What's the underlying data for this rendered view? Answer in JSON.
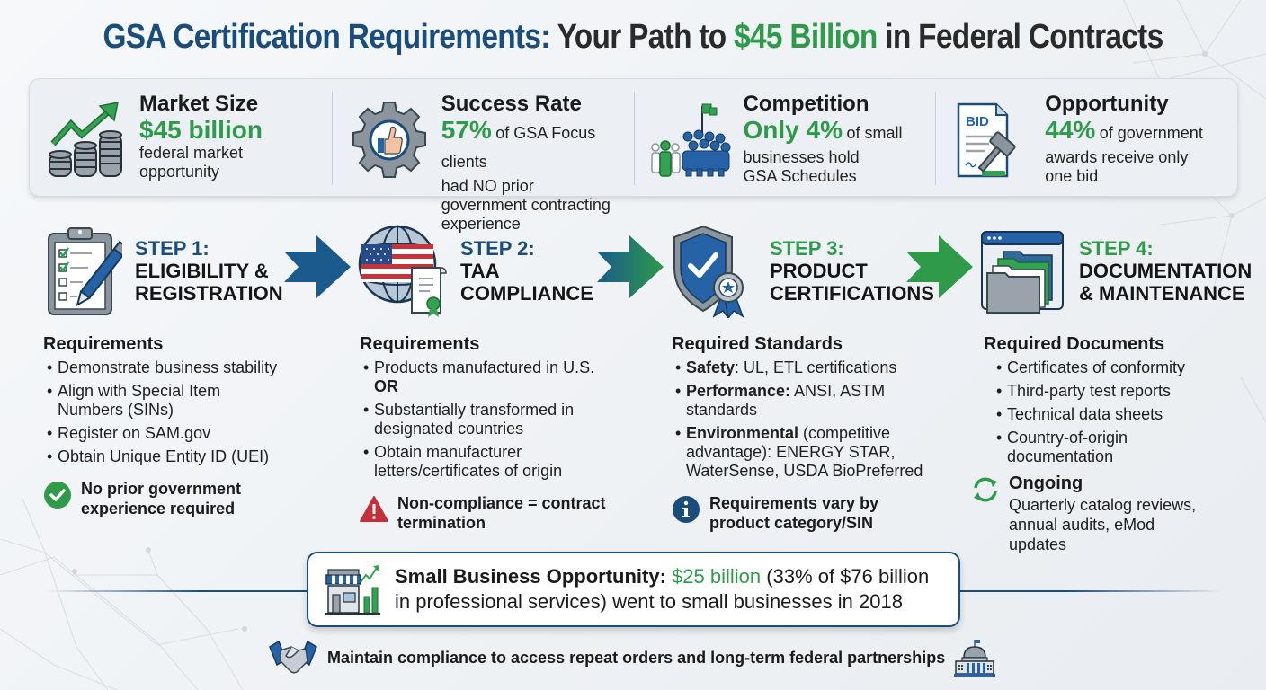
{
  "title": {
    "part1": "GSA Certification Requirements:",
    "part2": "Your Path to",
    "part3": "$45 Billion",
    "part4": "in Federal Contracts"
  },
  "colors": {
    "brand_blue": "#1a4d7c",
    "accent_green": "#2e9a4a",
    "warning_red": "#c62f3a",
    "text_dark": "#1a1a1a"
  },
  "stats": [
    {
      "icon": "coins-growth-icon",
      "label": "Market Size",
      "value": "$45 billion",
      "description": "federal market opportunity"
    },
    {
      "icon": "gear-thumbs-up-icon",
      "label": "Success Rate",
      "value": "57%",
      "description_inline": "of GSA Focus clients",
      "description": "had NO prior government contracting experience"
    },
    {
      "icon": "people-flag-icon",
      "label": "Competition",
      "value": "Only 4%",
      "description_inline": "of small",
      "description": "businesses hold GSA Schedules"
    },
    {
      "icon": "bid-gavel-icon",
      "label": "Opportunity",
      "value": "44%",
      "description_inline": "of government",
      "description": "awards receive only one bid"
    }
  ],
  "steps": [
    {
      "number": "STEP 1:",
      "title_line1": "ELIGIBILITY &",
      "title_line2": "REGISTRATION",
      "icon": "clipboard-checklist-icon",
      "heading": "Requirements",
      "items": [
        "Demonstrate business stability",
        "Align with Special Item Numbers (SINs)",
        "Register on SAM.gov",
        "Obtain Unique Entity ID (UEI)"
      ],
      "note": {
        "icon": "check-circle-icon",
        "text": "No prior government experience required"
      }
    },
    {
      "number": "STEP 2:",
      "title_line1": "TAA",
      "title_line2": "COMPLIANCE",
      "icon": "globe-flag-certificate-icon",
      "heading": "Requirements",
      "items": [
        "Products manufactured in U.S.",
        "Substantially transformed in designated countries",
        "Obtain manufacturer letters/certificates of origin"
      ],
      "or_label": "OR",
      "note": {
        "icon": "warning-triangle-icon",
        "text": "Non-compliance = contract termination"
      }
    },
    {
      "number": "STEP 3:",
      "title_line1": "PRODUCT",
      "title_line2": "CERTIFICATIONS",
      "icon": "shield-badge-icon",
      "heading": "Required Standards",
      "items": [
        {
          "bold": "Safety",
          "rest": ": UL, ETL certifications"
        },
        {
          "bold": "Performance:",
          "rest": " ANSI, ASTM standards"
        },
        {
          "bold": "Environmental",
          "rest": " (competitive advantage): ENERGY STAR, WaterSense, USDA BioPreferred"
        }
      ],
      "note": {
        "icon": "info-circle-icon",
        "text": "Requirements vary by product category/SIN"
      }
    },
    {
      "number": "STEP 4:",
      "title_line1": "DOCUMENTATION",
      "title_line2": "& MAINTENANCE",
      "icon": "window-folders-icon",
      "heading": "Required Documents",
      "items": [
        "Certificates of conformity",
        "Third-party test reports",
        "Technical data sheets",
        "Country-of-origin documentation"
      ],
      "note": {
        "icon": "refresh-cycle-icon",
        "text": "Ongoing",
        "sub": "Quarterly catalog reviews, annual audits, eMod updates"
      }
    }
  ],
  "banner": {
    "icon": "storefront-growth-icon",
    "label": "Small Business Opportunity:",
    "value": "$25 billion",
    "rest_line1": "(33% of $76 billion",
    "line2": "in professional services) went to small businesses in 2018"
  },
  "footer": {
    "left_icon": "handshake-icon",
    "text": "Maintain compliance to access repeat orders and long-term federal partnerships",
    "right_icon": "capitol-building-icon"
  }
}
